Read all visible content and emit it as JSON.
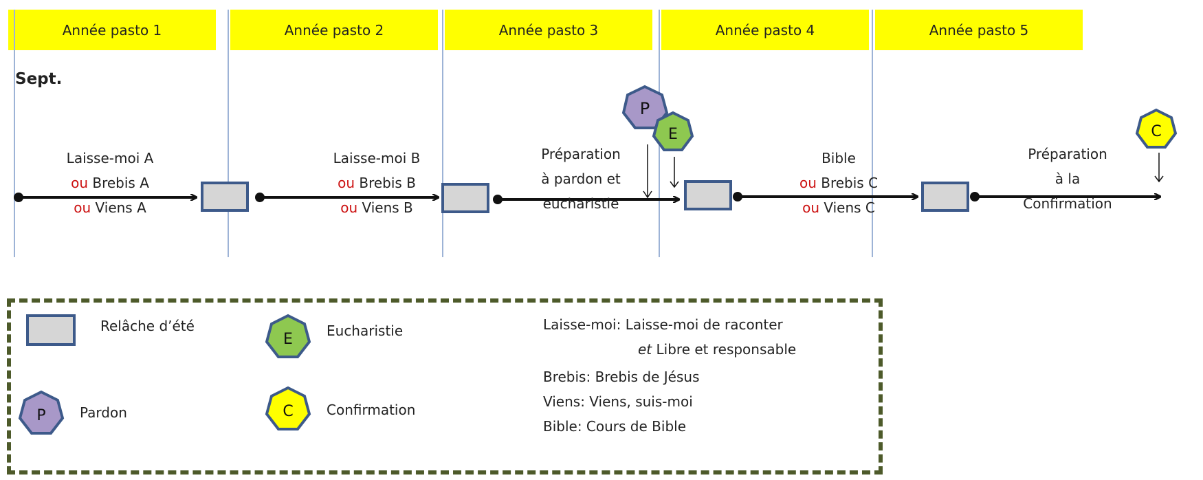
{
  "years": [
    "Année  pasto 1",
    "Année pasto 2",
    "Année pasto 3",
    "Année pasto 4",
    "Année pasto 5"
  ],
  "start_label": "Sept.",
  "stages": [
    {
      "lines": [
        {
          "text": "Laisse-moi A"
        },
        {
          "ou": "ou",
          "text": " Brebis A"
        },
        {
          "ou": "ou",
          "text": " Viens A"
        }
      ]
    },
    {
      "lines": [
        {
          "text": "Laisse-moi B"
        },
        {
          "ou": "ou",
          "text": " Brebis B"
        },
        {
          "ou": "ou",
          "text": " Viens B"
        }
      ]
    },
    {
      "lines": [
        {
          "text": "Préparation"
        },
        {
          "text": "à pardon et"
        },
        {
          "text": "eucharistie"
        }
      ]
    },
    {
      "lines": [
        {
          "text": "Bible"
        },
        {
          "ou": "ou",
          "text": " Brebis C"
        },
        {
          "ou": "ou",
          "text": " Viens C"
        }
      ]
    },
    {
      "lines": [
        {
          "text": "Préparation"
        },
        {
          "text": "à la"
        },
        {
          "text": "Confirmation"
        }
      ]
    }
  ],
  "markers": {
    "pardon": {
      "letter": "P",
      "color": "#a898c8"
    },
    "eucharistie": {
      "letter": "E",
      "color": "#8ec850"
    },
    "confirmation": {
      "letter": "C",
      "color": "#ffff00"
    }
  },
  "legend": {
    "relache": "Relâche d’été",
    "eucharistie": "Eucharistie",
    "pardon": "Pardon",
    "confirmation": "Confirmation",
    "abbr_1": "Laisse-moi: Laisse-moi de raconter",
    "abbr_1b_em": "et",
    "abbr_1b": " Libre et responsable",
    "abbr_2": "Brebis: Brebis de Jésus",
    "abbr_3": "Viens: Viens, suis-moi",
    "abbr_4": "Bible: Cours de Bible"
  },
  "colors": {
    "header_bg": "#ffff00",
    "marker_border": "#3d5a8a",
    "relache_fill": "#d6d6d6",
    "ou_text": "#cc1111",
    "legend_border": "#4d5a2a"
  }
}
